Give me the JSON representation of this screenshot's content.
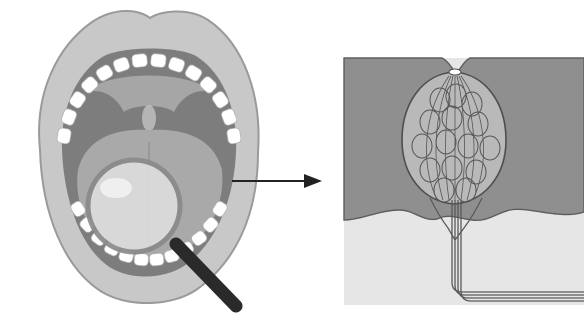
{
  "figure": {
    "left_panel": {
      "subject": "open-mouth-with-magnifying-glass",
      "palette": {
        "lips": "#c8c8c8",
        "lip_edge": "#9a9a9a",
        "mouth_inside": "#7d7d7d",
        "tongue": "#a9a9a9",
        "teeth": "#ffffff",
        "lens_glass": "#dcdcdc",
        "lens_rim": "#8a8a8a",
        "handle": "#2a2a2a"
      }
    },
    "connector": {
      "type": "arrow",
      "direction": "right",
      "color": "#222222"
    },
    "right_panel": {
      "subject": "taste-bud-cross-section",
      "palette": {
        "epithelium": "#8f8f8f",
        "connective_tissue": "#e6e6e6",
        "taste_bud": "#b9b9b9",
        "cell_outline": "#555555",
        "nerve_fibers": "#5a5a5a"
      }
    }
  }
}
